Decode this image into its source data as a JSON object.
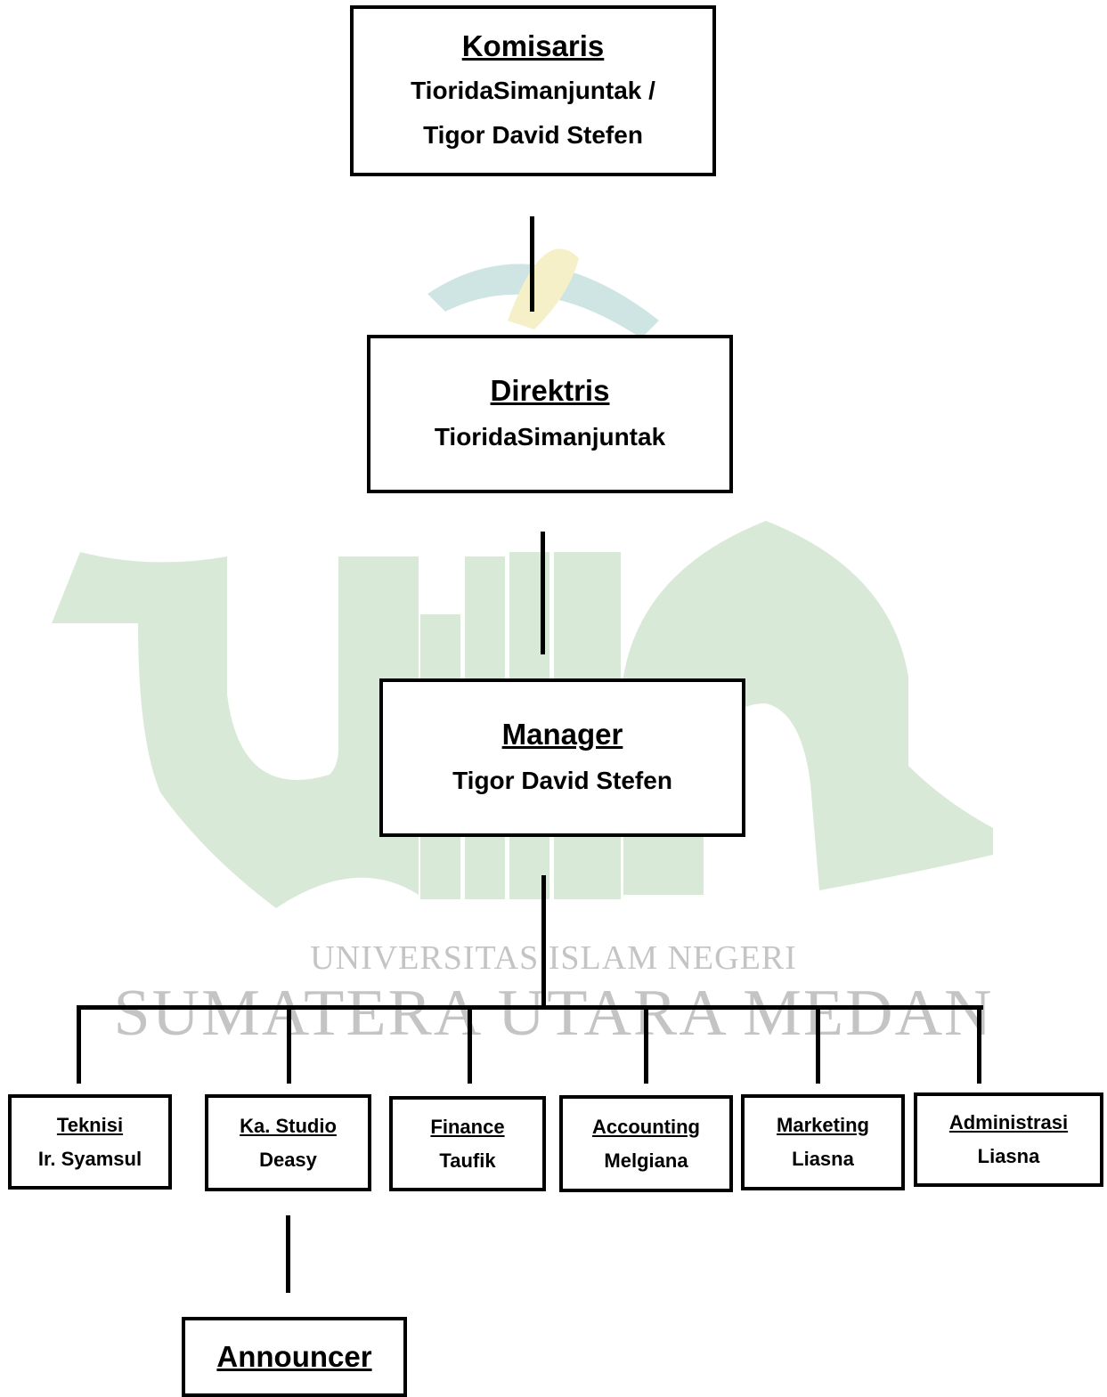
{
  "watermark": {
    "line1": "UNIVERSITAS ISLAM NEGERI",
    "line2": "SUMATERA UTARA MEDAN",
    "color": "#d9e9d7"
  },
  "komisaris": {
    "title": "Komisaris",
    "name_line1": "TioridaSimanjuntak /",
    "name_line2": "Tigor David Stefen"
  },
  "direktris": {
    "title": "Direktris",
    "name": "TioridaSimanjuntak"
  },
  "manager": {
    "title": "Manager",
    "name": "Tigor David Stefen"
  },
  "departments": [
    {
      "title": "Teknisi",
      "name": "Ir. Syamsul"
    },
    {
      "title": "Ka. Studio",
      "name": "Deasy"
    },
    {
      "title": "Finance",
      "name": "Taufik"
    },
    {
      "title": "Accounting",
      "name": "Melgiana"
    },
    {
      "title": "Marketing",
      "name": "Liasna"
    },
    {
      "title": "Administrasi",
      "name": "Liasna"
    }
  ],
  "announcer": {
    "title": "Announcer"
  }
}
